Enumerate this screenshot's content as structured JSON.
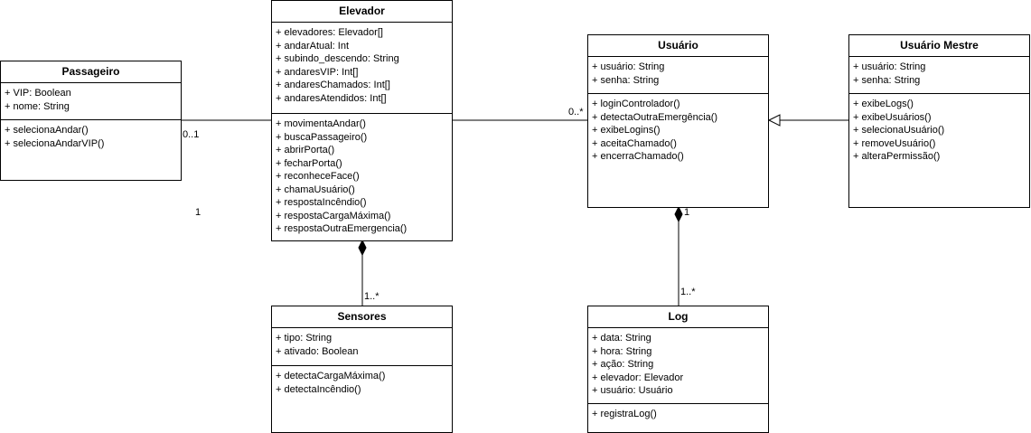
{
  "classes": {
    "passageiro": {
      "name": "Passageiro",
      "attributes": [
        "+ VIP: Boolean",
        "+ nome: String"
      ],
      "methods": [
        "+ selecionaAndar()",
        "+ selecionaAndarVIP()"
      ]
    },
    "elevador": {
      "name": "Elevador",
      "attributes": [
        "+ elevadores: Elevador[]",
        "+ andarAtual: Int",
        "+ subindo_descendo: String",
        "+ andaresVIP: Int[]",
        "+ andaresChamados: Int[]",
        "+ andaresAtendidos: Int[]"
      ],
      "methods": [
        "+ movimentaAndar()",
        "+ buscaPassageiro()",
        "+ abrirPorta()",
        "+ fecharPorta()",
        "+ reconheceFace()",
        "+ chamaUsuário()",
        "+ respostaIncêndio()",
        "+ respostaCargaMáxima()",
        "+ respostaOutraEmergencia()"
      ]
    },
    "usuario": {
      "name": "Usuário",
      "attributes": [
        "+ usuário: String",
        "+ senha: String"
      ],
      "methods": [
        "+ loginControlador()",
        "+ detectaOutraEmergência()",
        "+ exibeLogins()",
        "+ aceitaChamado()",
        "+ encerraChamado()"
      ]
    },
    "usuario_mestre": {
      "name": "Usuário Mestre",
      "attributes": [
        "+ usuário: String",
        "+ senha: String"
      ],
      "methods": [
        "+ exibeLogs()",
        "+ exibeUsuários()",
        "+ selecionaUsuário()",
        "+ removeUsuário()",
        "+ alteraPermissão()"
      ]
    },
    "sensores": {
      "name": "Sensores",
      "attributes": [
        "+ tipo: String",
        "+ ativado: Boolean"
      ],
      "methods": [
        "+ detectaCargaMáxima()",
        "+ detectaIncêndio()"
      ]
    },
    "log": {
      "name": "Log",
      "attributes": [
        "+ data: String",
        "+ hora: String",
        "+ ação: String",
        "+ elevador: Elevador",
        "+ usuário: Usuário"
      ],
      "methods": [
        "+ registraLog()"
      ]
    }
  },
  "multiplicities": {
    "passageiro_elevador": "0..1",
    "passageiro_elevador_stray": "1",
    "elevador_usuario": "0..*",
    "elevador_sensores": "1..*",
    "usuario_log_top": "1",
    "usuario_log_bottom": "1..*"
  },
  "relationships": [
    {
      "from": "Passageiro",
      "to": "Elevador",
      "type": "association"
    },
    {
      "from": "Elevador",
      "to": "Usuário",
      "type": "association"
    },
    {
      "from": "Usuário Mestre",
      "to": "Usuário",
      "type": "generalization"
    },
    {
      "from": "Elevador",
      "to": "Sensores",
      "type": "composition"
    },
    {
      "from": "Usuário",
      "to": "Log",
      "type": "composition"
    }
  ]
}
